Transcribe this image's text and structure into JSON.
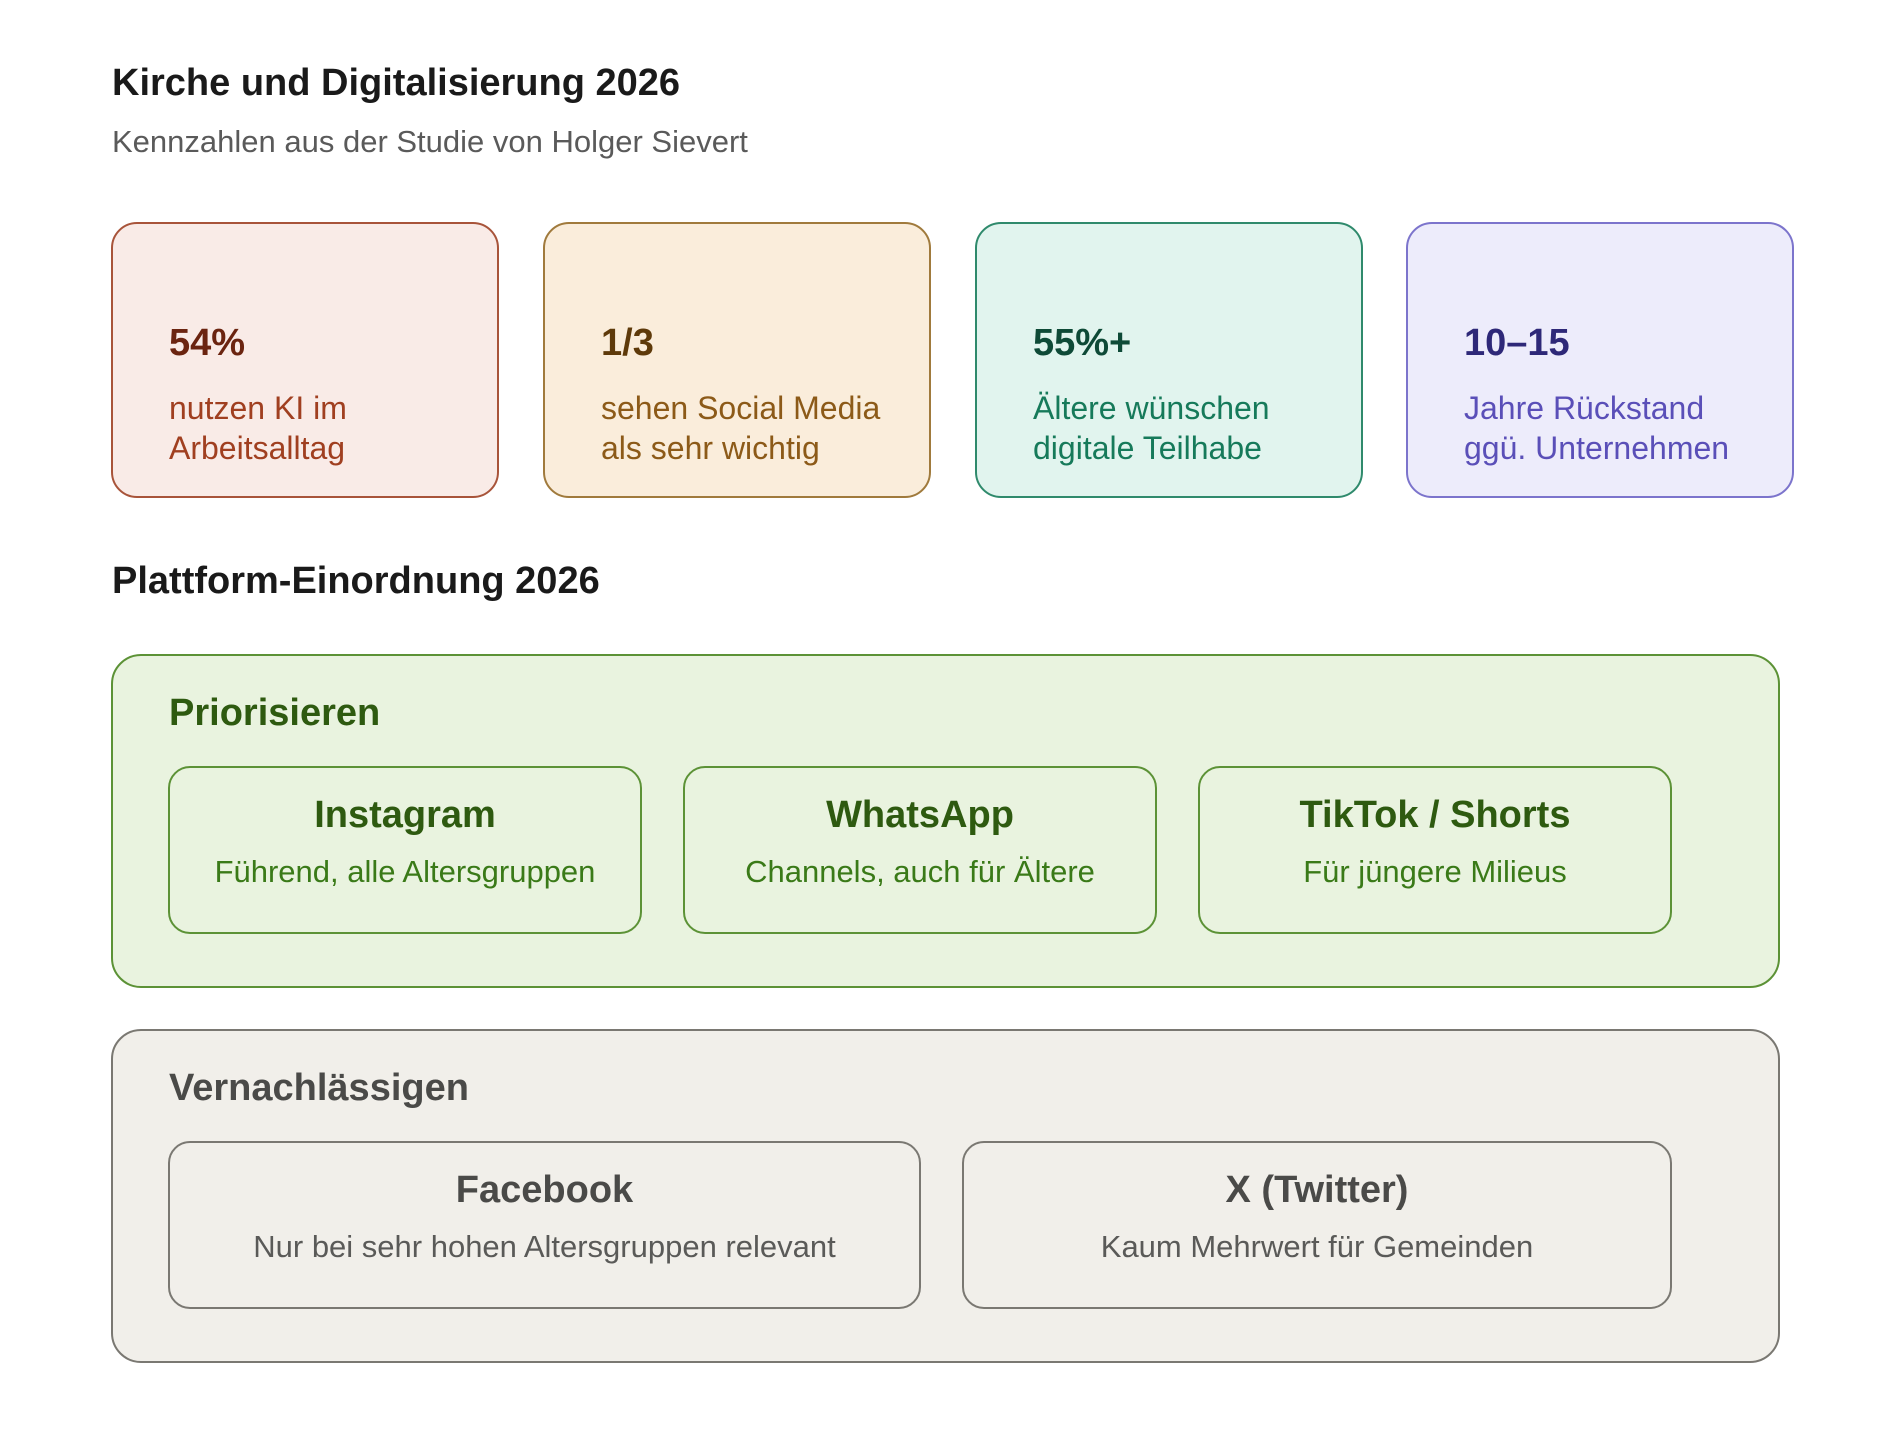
{
  "header": {
    "title": "Kirche und Digitalisierung 2026",
    "subtitle": "Kennzahlen aus der Studie von Holger Sievert"
  },
  "stats": [
    {
      "value": "54%",
      "label_line1": "nutzen KI im",
      "label_line2": "Arbeitsalltag",
      "bg": "#f9ebe7",
      "border": "#a8543a",
      "value_color": "#6b2410",
      "label_color": "#a03f20"
    },
    {
      "value": "1/3",
      "label_line1": "sehen Social Media",
      "label_line2": "als sehr wichtig",
      "bg": "#faeddb",
      "border": "#a07a3c",
      "value_color": "#5e3a0a",
      "label_color": "#8c5a18"
    },
    {
      "value": "55%+",
      "label_line1": "Ältere wünschen",
      "label_line2": "digitale Teilhabe",
      "bg": "#e1f4ee",
      "border": "#2f8a6c",
      "value_color": "#0e4a37",
      "label_color": "#167a5a"
    },
    {
      "value": "10–15",
      "label_line1": "Jahre Rückstand",
      "label_line2": "ggü. Unternehmen",
      "bg": "#edecfb",
      "border": "#7c74cc",
      "value_color": "#2e2878",
      "label_color": "#5a4fb8"
    }
  ],
  "platforms": {
    "heading": "Plattform-Einordnung 2026",
    "prioritize": {
      "title": "Priorisieren",
      "bg": "#e9f3df",
      "border": "#5c9236",
      "title_color": "#2e5a10",
      "text_color": "#3a7a18",
      "items": [
        {
          "name": "Instagram",
          "desc": "Führend, alle Altersgruppen"
        },
        {
          "name": "WhatsApp",
          "desc": "Channels, auch für Ältere"
        },
        {
          "name": "TikTok / Shorts",
          "desc": "Für jüngere Milieus"
        }
      ]
    },
    "neglect": {
      "title": "Vernachlässigen",
      "bg": "#f1efea",
      "border": "#7a7872",
      "title_color": "#4a4a48",
      "text_color": "#5a5a58",
      "items": [
        {
          "name": "Facebook",
          "desc": "Nur bei sehr hohen Altersgruppen relevant"
        },
        {
          "name": "X (Twitter)",
          "desc": "Kaum Mehrwert für Gemeinden"
        }
      ]
    }
  }
}
